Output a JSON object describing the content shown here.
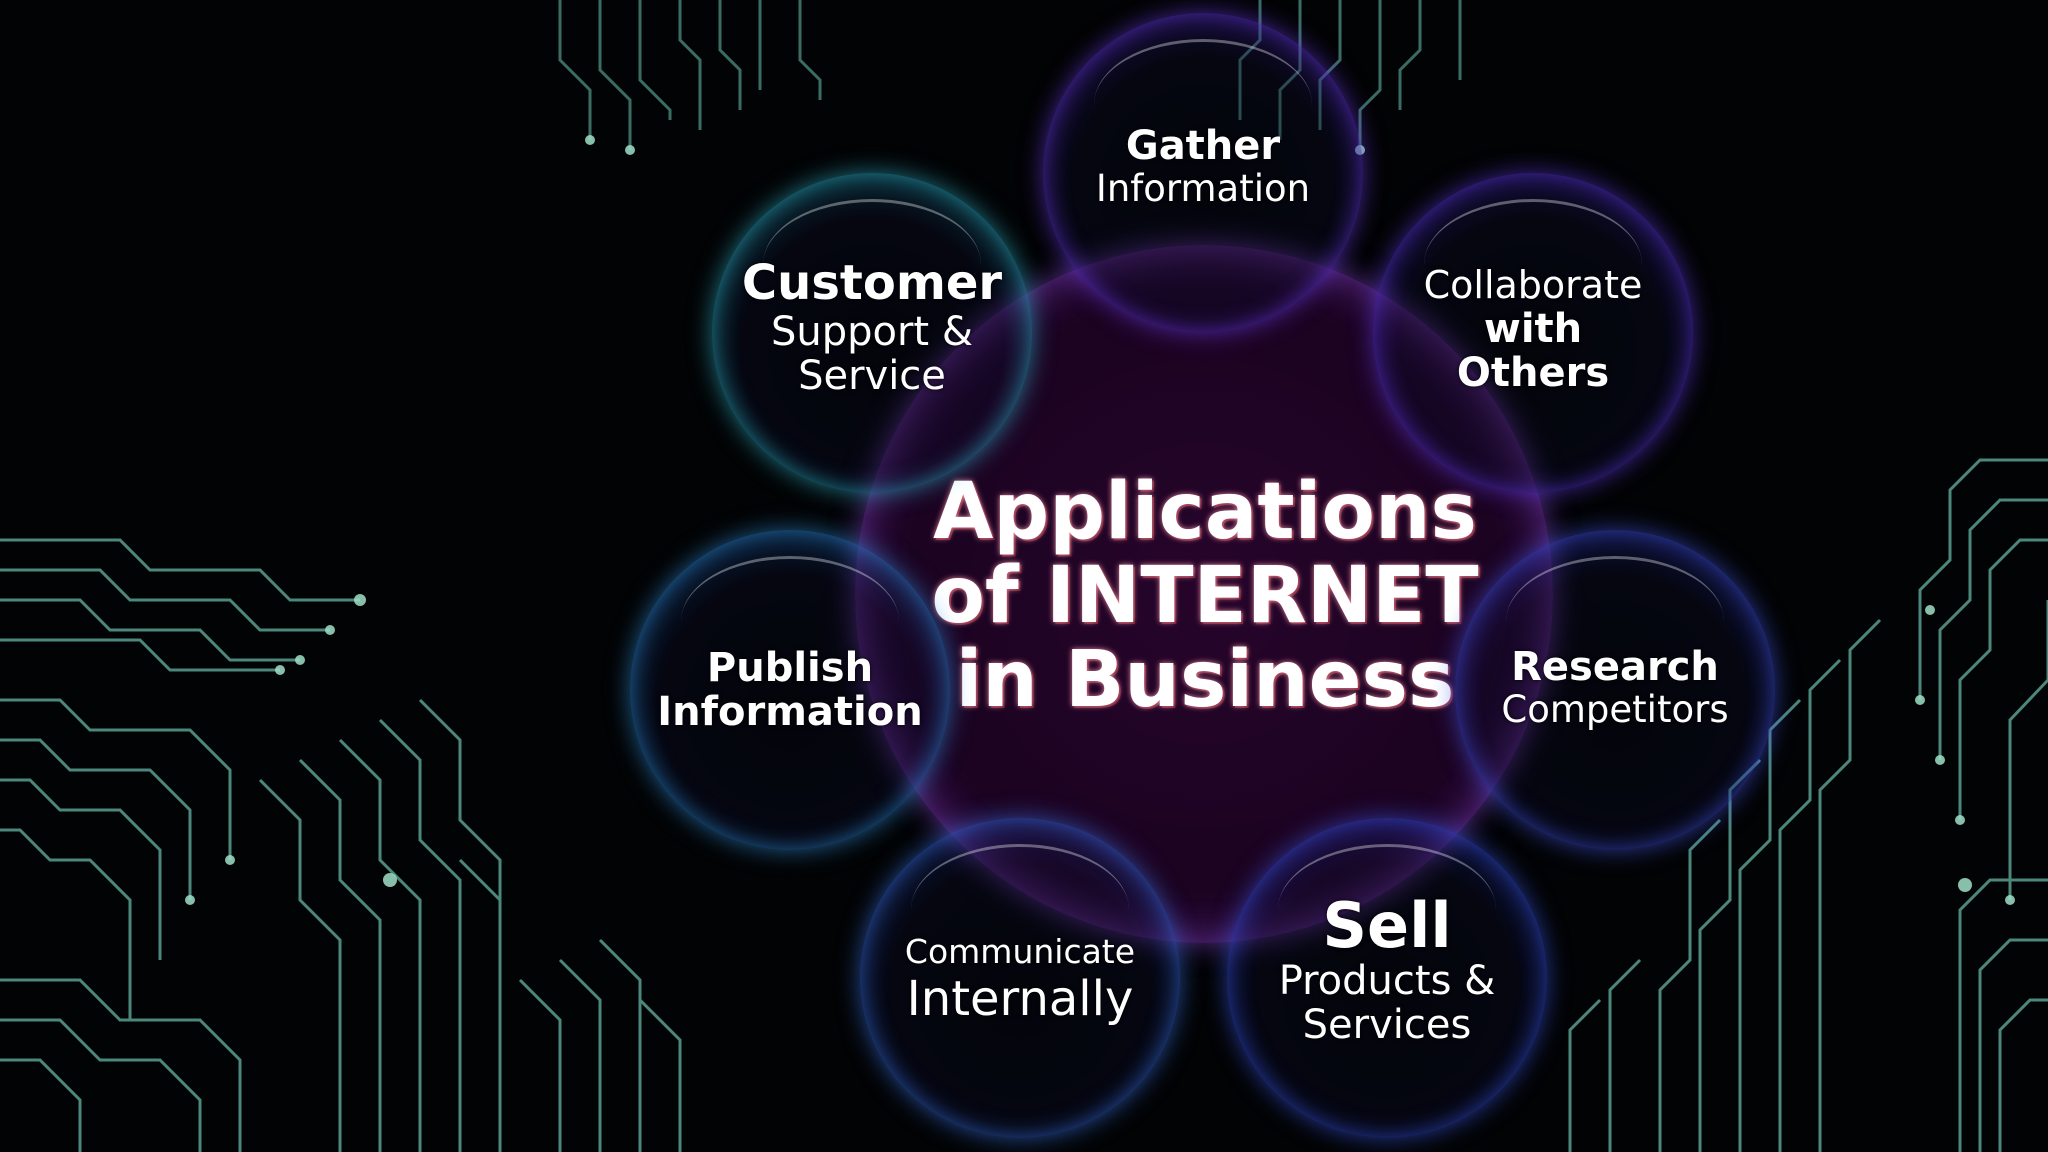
{
  "colors": {
    "background": "#020304",
    "circuit": "#5fa89a",
    "hub_rim": "#9a55e8",
    "cyan_bubble": "#37c8d6",
    "violet_bubble": "#6a3cf0",
    "blue_bubble": "#3a5ce8"
  },
  "hub": {
    "title_line1": "Applications",
    "title_line2": "of INTERNET",
    "title_line3": "in Business"
  },
  "bubbles": {
    "gather": {
      "line1": "Gather",
      "line2": "Information"
    },
    "collaborate": {
      "line1": "Collaborate",
      "line2": "with",
      "line3": "Others"
    },
    "research": {
      "line1": "Research",
      "line2": "Competitors"
    },
    "sell": {
      "line1": "Sell",
      "line2": "Products &",
      "line3": "Services"
    },
    "communicate": {
      "line1": "Communicate",
      "line2": "Internally"
    },
    "publish": {
      "line1": "Publish",
      "line2": "Information"
    },
    "customer": {
      "line1": "Customer",
      "line2": "Support &",
      "line3": "Service"
    }
  }
}
